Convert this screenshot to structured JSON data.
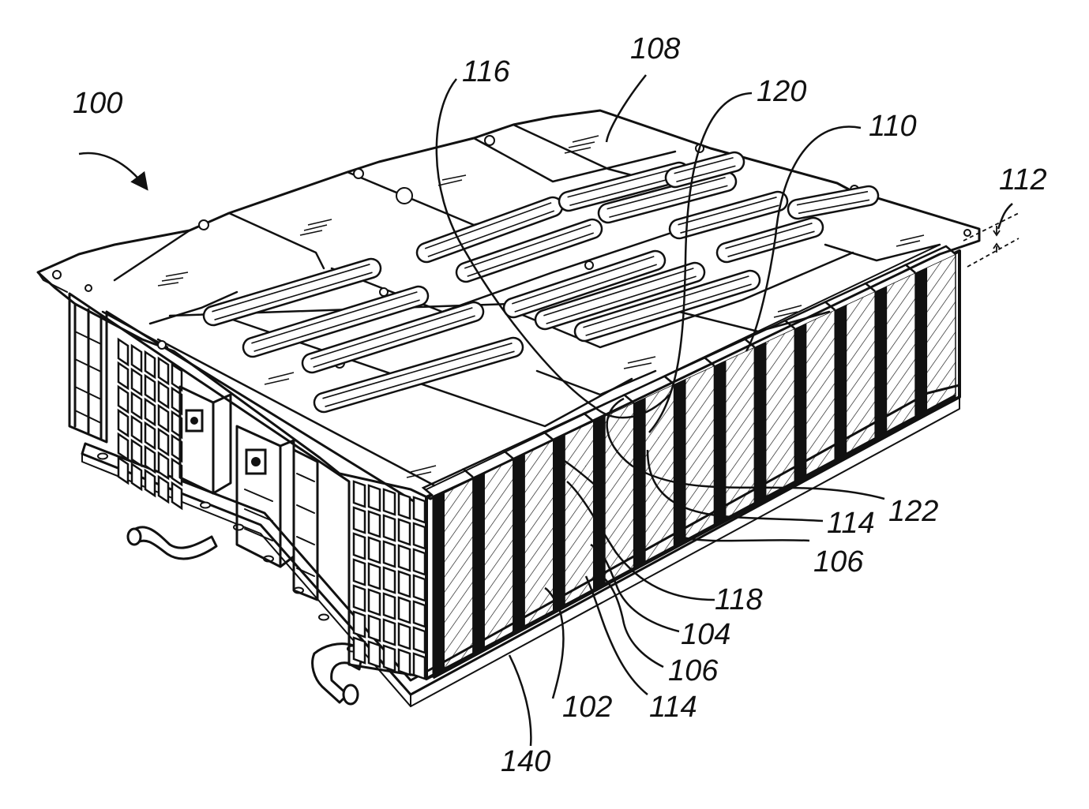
{
  "figure": {
    "labels": {
      "l100": "100",
      "l116": "116",
      "l108": "108",
      "l120": "120",
      "l110": "110",
      "l112": "112",
      "l122": "122",
      "l114a": "114",
      "l106a": "106",
      "l118": "118",
      "l104": "104",
      "l106b": "106",
      "l114b": "114",
      "l102": "102",
      "l140": "140"
    },
    "colors": {
      "ink": "#111111",
      "paper": "#ffffff"
    }
  }
}
